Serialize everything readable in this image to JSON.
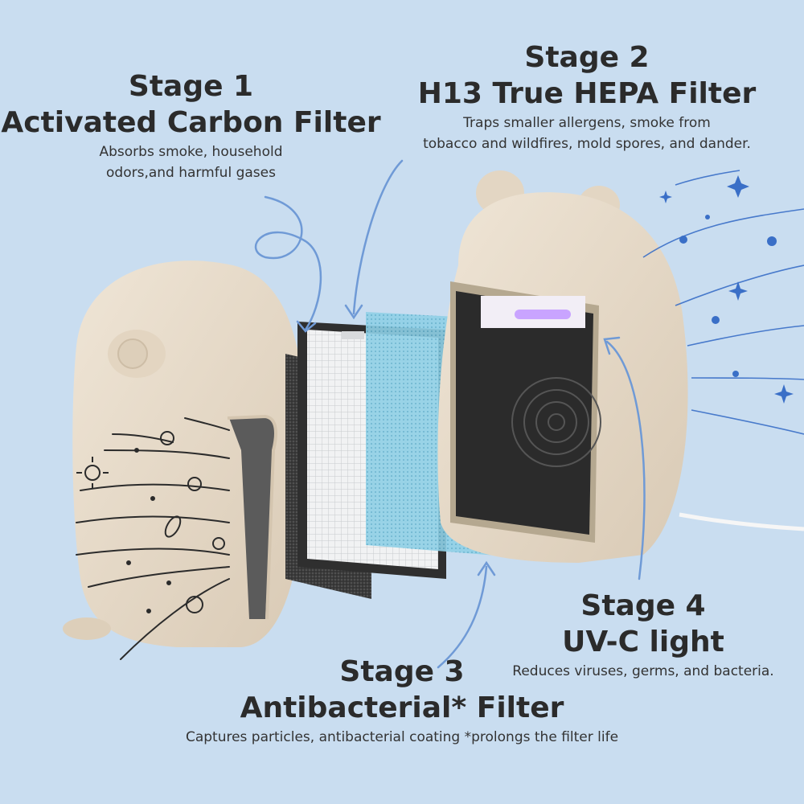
{
  "stages": [
    {
      "number": "Stage 1",
      "name": "Activated Carbon Filter",
      "description_lines": [
        "Absorbs smoke, household",
        "odors,and harmful gases"
      ]
    },
    {
      "number": "Stage 2",
      "name": "H13 True HEPA Filter",
      "description_lines": [
        "Traps smaller allergens, smoke from",
        "tobacco and wildfires, mold spores, and dander."
      ]
    },
    {
      "number": "Stage 3",
      "name": "Antibacterial* Filter",
      "description_lines": [
        "Captures particles, antibacterial coating *prolongs the filter life"
      ]
    },
    {
      "number": "Stage 4",
      "name": "UV-C light",
      "description_lines": [
        "Reduces viruses, germs, and bacteria."
      ]
    }
  ],
  "colors": {
    "background": "#c9ddf0",
    "purifier_body": "#e8dccb",
    "carbon_filter": "#3a3a3a",
    "hepa_filter": "#e6e8ea",
    "antibacterial_filter": "#7fc3dd",
    "uv_light": "#b58cff",
    "arrow": "#6f9ad6",
    "text": "#2b2b2b"
  }
}
